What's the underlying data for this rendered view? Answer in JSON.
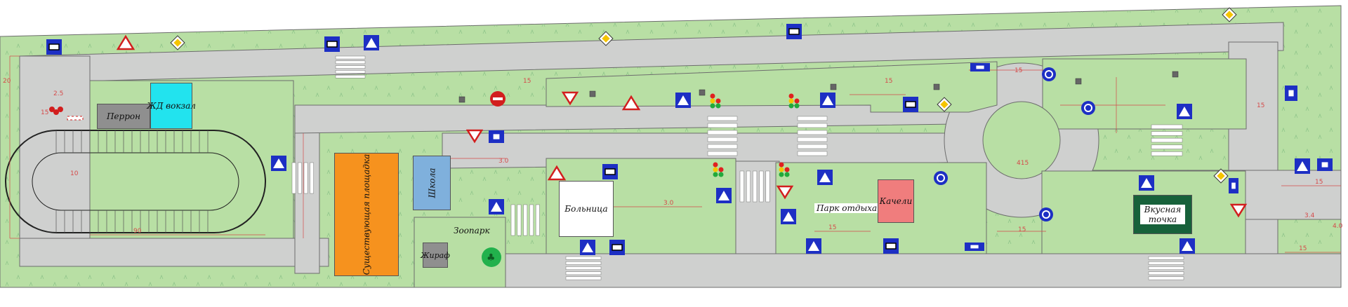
{
  "labels": {
    "peron": "Перрон",
    "station": "ЖД вокзал",
    "existing_area": "Существующая площадка",
    "school": "Школа",
    "zoo": "Зоопарк",
    "giraffe": "Жираф",
    "hospital": "Больница",
    "park": "Парк отдыха",
    "swings": "Качели",
    "food": "Вкусная точка"
  },
  "dimensions": {
    "d10": "10",
    "d15": "15",
    "d20": "20",
    "d25": "2.5",
    "d30": "3.0",
    "d34": "3.4",
    "d40": "4.0",
    "d90": "90",
    "d415": "415"
  },
  "colors": {
    "grass": "#b8dfa4",
    "road": "#cfd0cf",
    "border": "#6d6d6d",
    "sign_blue": "#1d2fc4",
    "sign_red": "#d21e1e",
    "station": "#22e3ee",
    "peron": "#8f8f8f",
    "existing_area": "#f6921e",
    "school": "#7fb0dc",
    "swings": "#f07d7d",
    "food": "#17613a",
    "giraffe": "#8f8f8f",
    "zoo_circle": "#22b14c",
    "dim_line": "#d54a4a"
  },
  "icons": {
    "pedestrian": "pedestrian-crossing-sign-icon",
    "bus": "bus-stop-sign-icon",
    "warning": "warning-triangle-sign-icon",
    "yield": "yield-sign-icon",
    "priority": "priority-road-sign-icon",
    "noentry": "no-entry-sign-icon",
    "roundabout": "roundabout-sign-icon",
    "trafficlight": "traffic-light-icon",
    "lamp": "street-lamp-icon",
    "tree": "tree-icon"
  }
}
